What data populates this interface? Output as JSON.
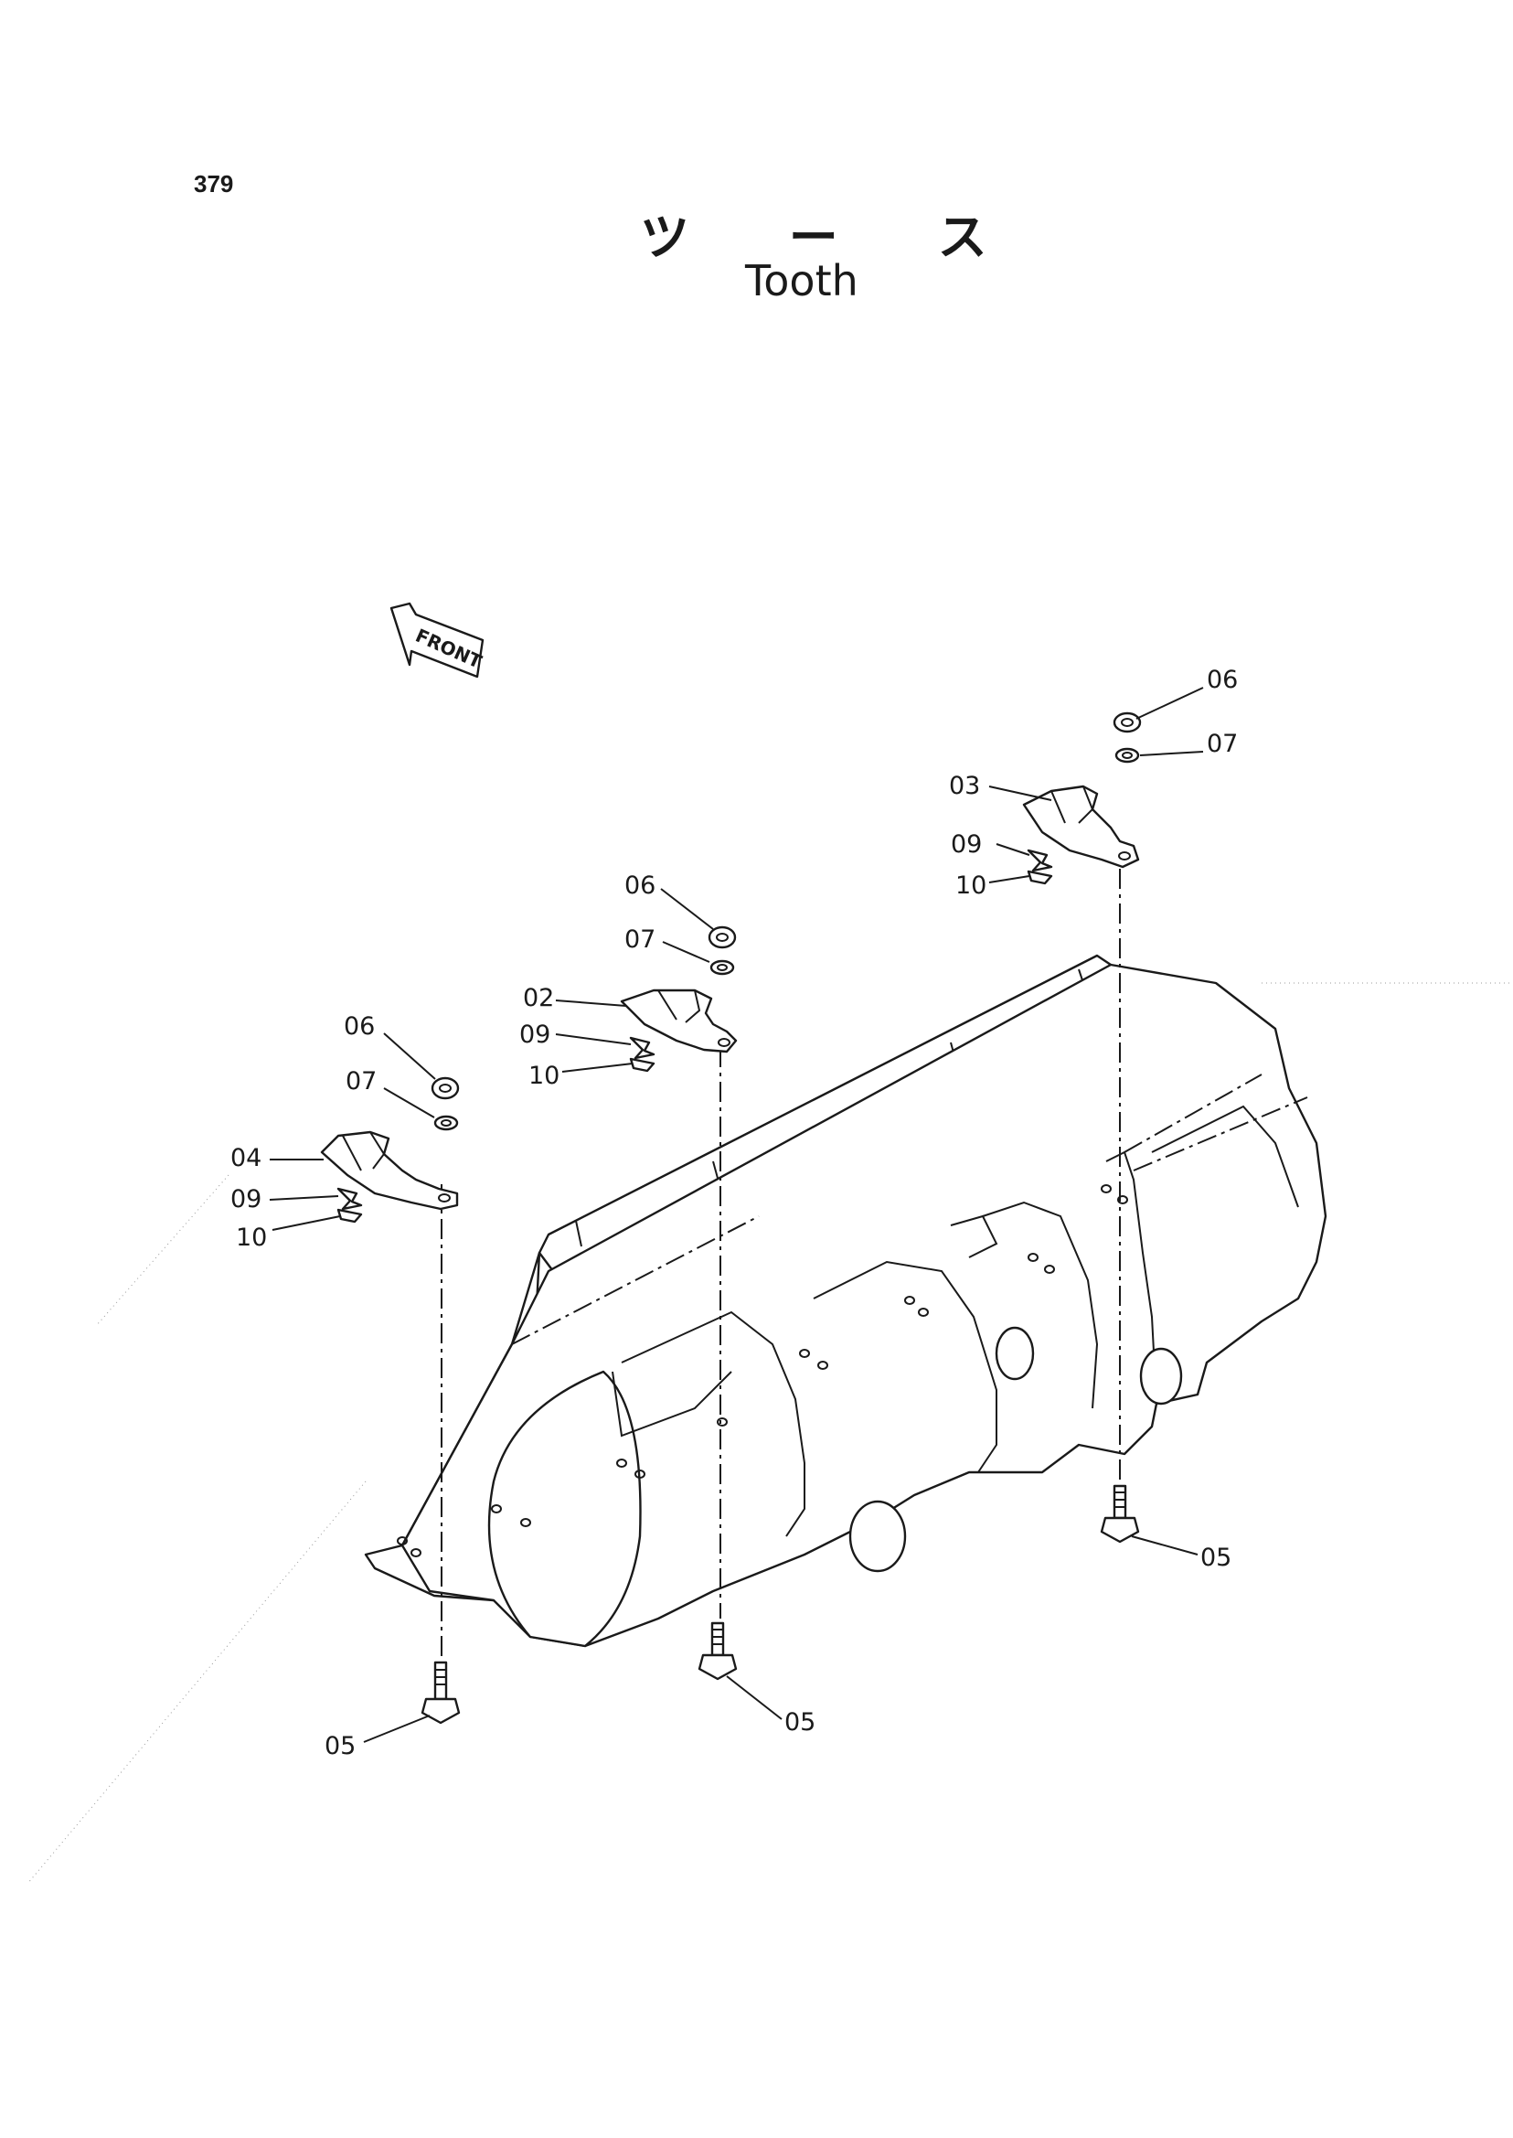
{
  "page": {
    "number": "379",
    "title_jp": "ツ ー ス",
    "title_en": "Tooth"
  },
  "front_arrow": {
    "label": "FRONT"
  },
  "callouts": [
    {
      "id": "c-03",
      "label": "03"
    },
    {
      "id": "c-09-right",
      "label": "09"
    },
    {
      "id": "c-10-right",
      "label": "10"
    },
    {
      "id": "c-06-right",
      "label": "06"
    },
    {
      "id": "c-07-right",
      "label": "07"
    },
    {
      "id": "c-06-middle",
      "label": "06"
    },
    {
      "id": "c-07-middle",
      "label": "07"
    },
    {
      "id": "c-02",
      "label": "02"
    },
    {
      "id": "c-09-middle",
      "label": "09"
    },
    {
      "id": "c-10-middle",
      "label": "10"
    },
    {
      "id": "c-06-left",
      "label": "06"
    },
    {
      "id": "c-07-left",
      "label": "07"
    },
    {
      "id": "c-04",
      "label": "04"
    },
    {
      "id": "c-09-left",
      "label": "09"
    },
    {
      "id": "c-10-left",
      "label": "10"
    },
    {
      "id": "c-05-right",
      "label": "05"
    },
    {
      "id": "c-05-middle",
      "label": "05"
    },
    {
      "id": "c-05-left",
      "label": "05"
    }
  ],
  "colors": {
    "ink": "#1a1a1a",
    "paper": "#ffffff"
  }
}
